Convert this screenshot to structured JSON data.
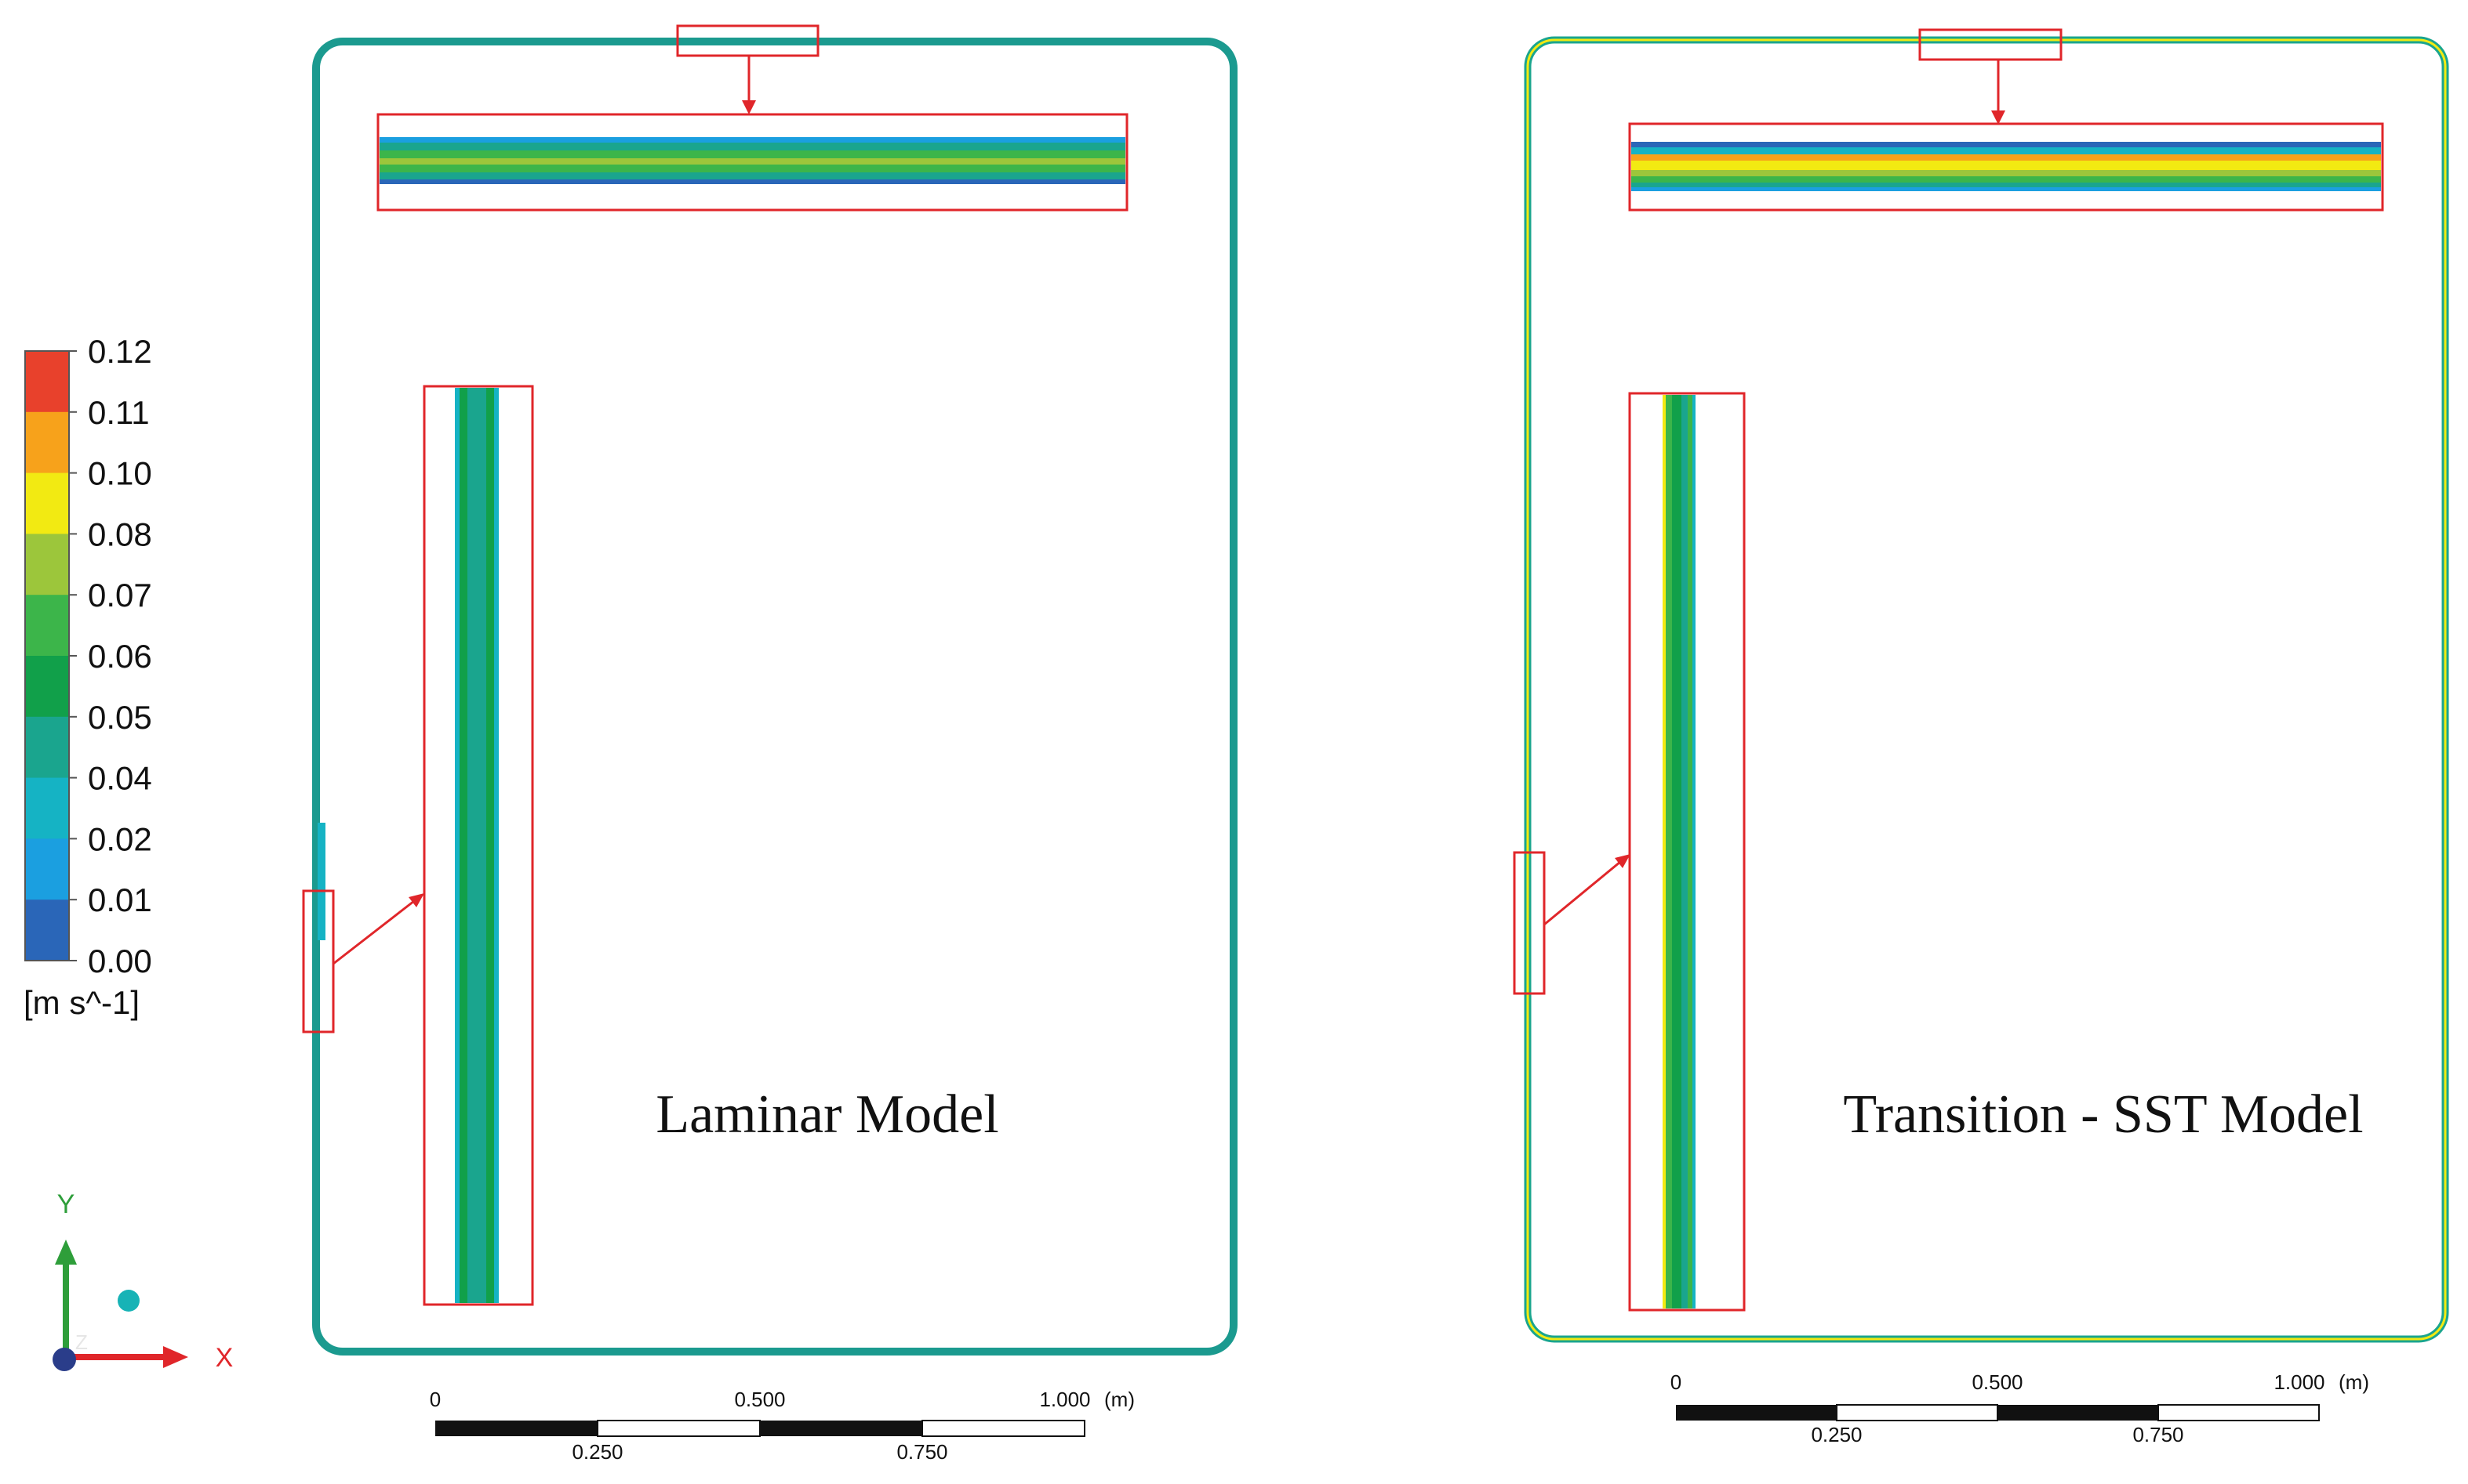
{
  "legend": {
    "ticks": [
      "0.12",
      "0.11",
      "0.10",
      "0.08",
      "0.07",
      "0.06",
      "0.05",
      "0.04",
      "0.02",
      "0.01",
      "0.00"
    ],
    "unit": "[m s^-1]",
    "colors": [
      "#e8412c",
      "#f7a21b",
      "#f2ea12",
      "#9cc63b",
      "#3cb54a",
      "#11a04a",
      "#1aa58e",
      "#15b3c4",
      "#1b9fe0",
      "#2a66b8"
    ]
  },
  "axes": {
    "y": "Y",
    "x": "X",
    "z": "Z"
  },
  "panels": [
    {
      "title": "Laminar Model",
      "scale": {
        "top": [
          "0",
          "0.500",
          "1.000"
        ],
        "unit": "(m)",
        "bottom": [
          "0.250",
          "0.750"
        ]
      }
    },
    {
      "title": "Transition - SST Model",
      "scale": {
        "top": [
          "0",
          "0.500",
          "1.000"
        ],
        "unit": "(m)",
        "bottom": [
          "0.250",
          "0.750"
        ]
      }
    }
  ],
  "colors": {
    "highlight": "#e0262a",
    "outline": "#1b9a8f",
    "stroke": "#111111"
  }
}
